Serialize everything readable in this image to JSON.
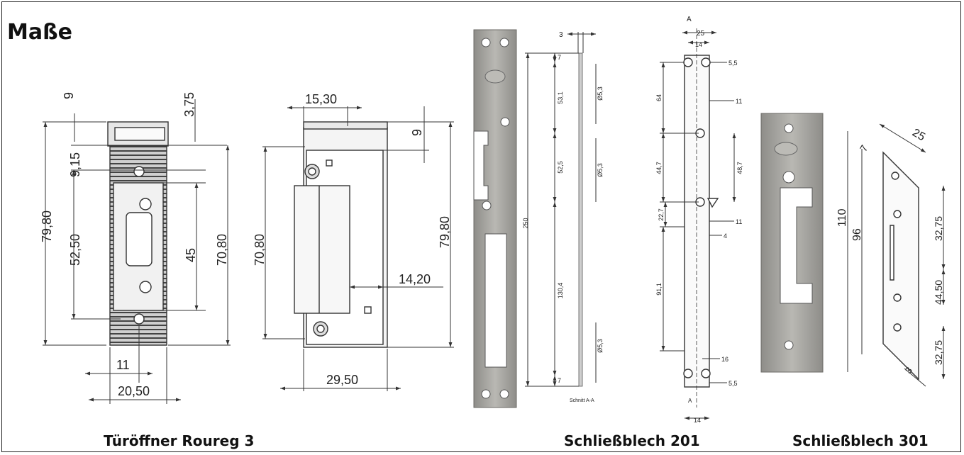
{
  "title": "Maße",
  "captions": {
    "roureg": "Türöffner Roureg 3",
    "plate201": "Schließblech 201",
    "plate301": "Schließblech 301"
  },
  "front_view": {
    "d_top": "9",
    "d_375": "3,75",
    "d_915": "9,15",
    "d_7980": "79,80",
    "d_5250": "52,50",
    "d_45": "45",
    "d_7080": "70,80",
    "d_11": "11",
    "d_2050": "20,50"
  },
  "side_view": {
    "d_1530": "15,30",
    "d_9": "9",
    "d_7080": "70,80",
    "d_7980": "79,80",
    "d_1420": "14,20",
    "d_2950": "29,50"
  },
  "plate201_dims": {
    "d_3": "3",
    "d_7a": "7",
    "d_531": "53,1",
    "d_53a": "Ø5,3",
    "d_525": "52,5",
    "d_53b": "Ø5,3",
    "d_250": "250",
    "d_1304": "130,4",
    "d_53c": "Ø5,3",
    "d_7b": "7",
    "section": "Schnitt A-A"
  },
  "plate201_side": {
    "label_a": "A",
    "d_25": "25",
    "d_14a": "14",
    "d_55a": "5,5",
    "d_64": "64",
    "d_11a": "11",
    "d_447": "44,7",
    "d_487": "48,7",
    "d_227": "22,7",
    "d_11b": "11",
    "d_4": "4",
    "d_911": "91,1",
    "d_16": "16",
    "d_55b": "5,5",
    "label_a2": "A",
    "d_14b": "14"
  },
  "plate301_dims": {
    "d_25": "25",
    "d_7": "7",
    "d_110": "110",
    "d_96": "96",
    "d_3275a": "32,75",
    "d_4450": "44,50",
    "d_3275b": "32,75",
    "d_3": "3"
  },
  "colors": {
    "ink": "#222222",
    "metal": "#a9a8a4",
    "metal_dark": "#7f7e7a",
    "dark": "#3a3a3a"
  }
}
